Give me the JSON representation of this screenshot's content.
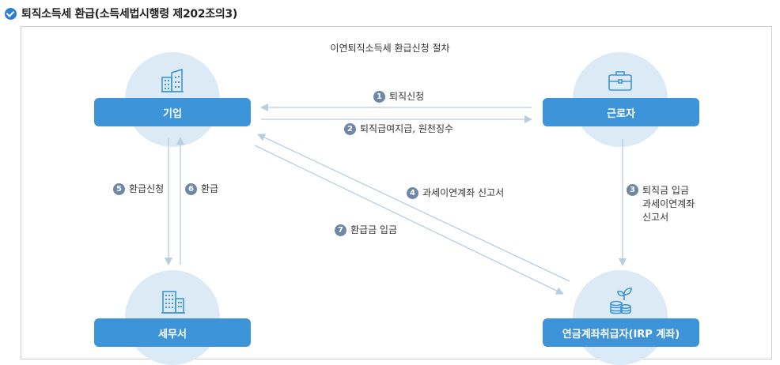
{
  "header": {
    "title": "퇴직소득세 환급(소득세법시행령 제202조의3)"
  },
  "diagram": {
    "title": "이연퇴직소득세 환급신청 절차",
    "nodes": {
      "company": "기업",
      "worker": "근로자",
      "tax_office": "세무서",
      "pension": "연금계좌취급자(IRP 계좌)"
    },
    "steps": [
      {
        "num": "1",
        "text": "퇴직신청"
      },
      {
        "num": "2",
        "text": "퇴직급여지급, 원천징수"
      },
      {
        "num": "3",
        "text": "퇴직금 입금\n과세이연계좌\n신고서"
      },
      {
        "num": "4",
        "text": "과세이연계좌 신고서"
      },
      {
        "num": "5",
        "text": "환급신청"
      },
      {
        "num": "6",
        "text": "환급"
      },
      {
        "num": "7",
        "text": "환급금 입금"
      }
    ]
  },
  "colors": {
    "accent": "#3e94d8",
    "circle": "#dceaf6",
    "arrow": "#b9cde0",
    "badge": "#6f87a6"
  }
}
